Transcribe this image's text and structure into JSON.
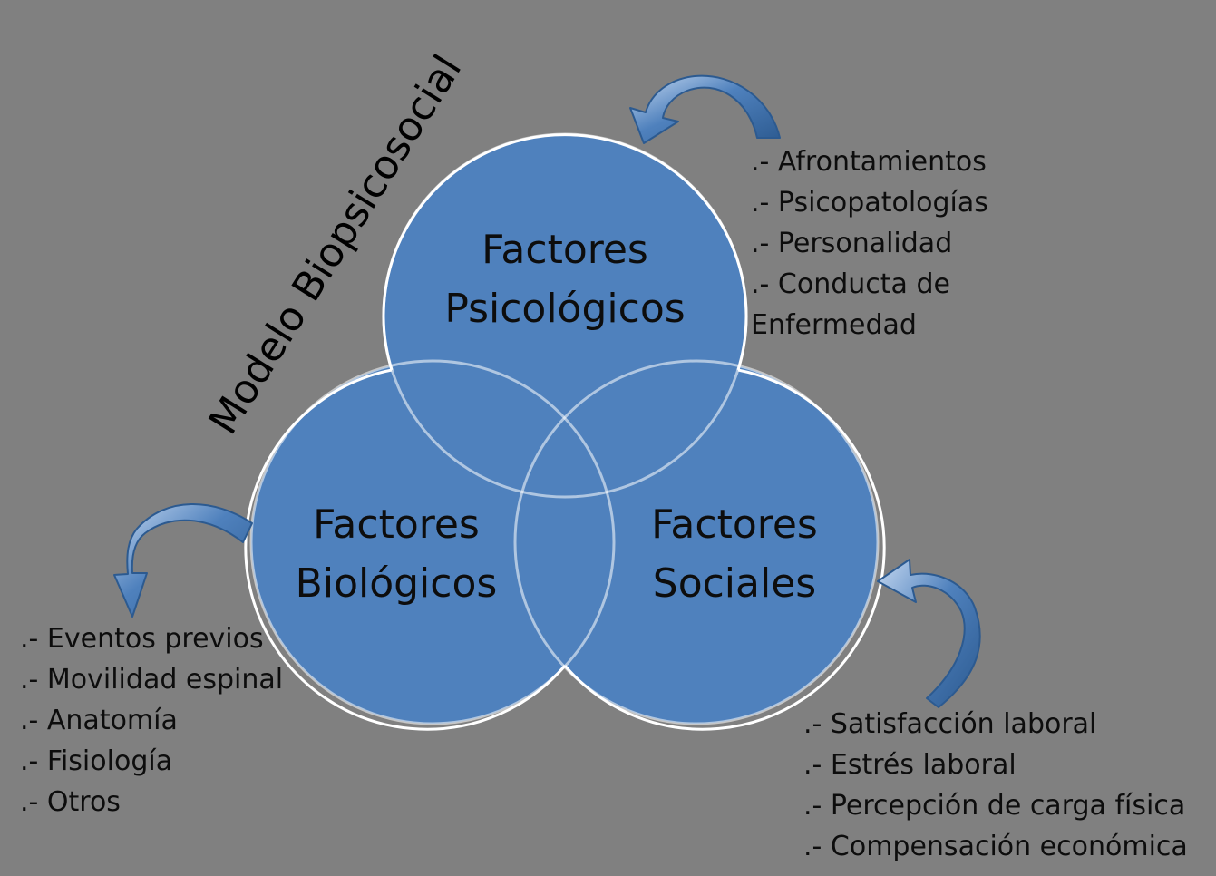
{
  "title": "Modelo Biopsicosocial",
  "circles": {
    "psicologicos": {
      "line1": "Factores",
      "line2": "Psicológicos"
    },
    "biologicos": {
      "line1": "Factores",
      "line2": "Biológicos"
    },
    "sociales": {
      "line1": "Factores",
      "line2": "Sociales"
    }
  },
  "lists": {
    "psicologicos": [
      ".- Afrontamientos",
      ".- Psicopatologías",
      ".- Personalidad",
      ".- Conducta de",
      "Enfermedad"
    ],
    "biologicos": [
      ".- Eventos previos",
      ".- Movilidad espinal",
      ".- Anatomía",
      ".- Fisiología",
      ".- Otros"
    ],
    "sociales": [
      ".- Satisfacción laboral",
      ".- Estrés laboral",
      ".- Percepción de carga física",
      ".- Compensación económica"
    ]
  },
  "colors": {
    "background": "#808080",
    "circle_fill": "#4f81bd",
    "circle_stroke": "#ffffff",
    "arrow_fill": "#4f81bd",
    "text": "#000000"
  }
}
